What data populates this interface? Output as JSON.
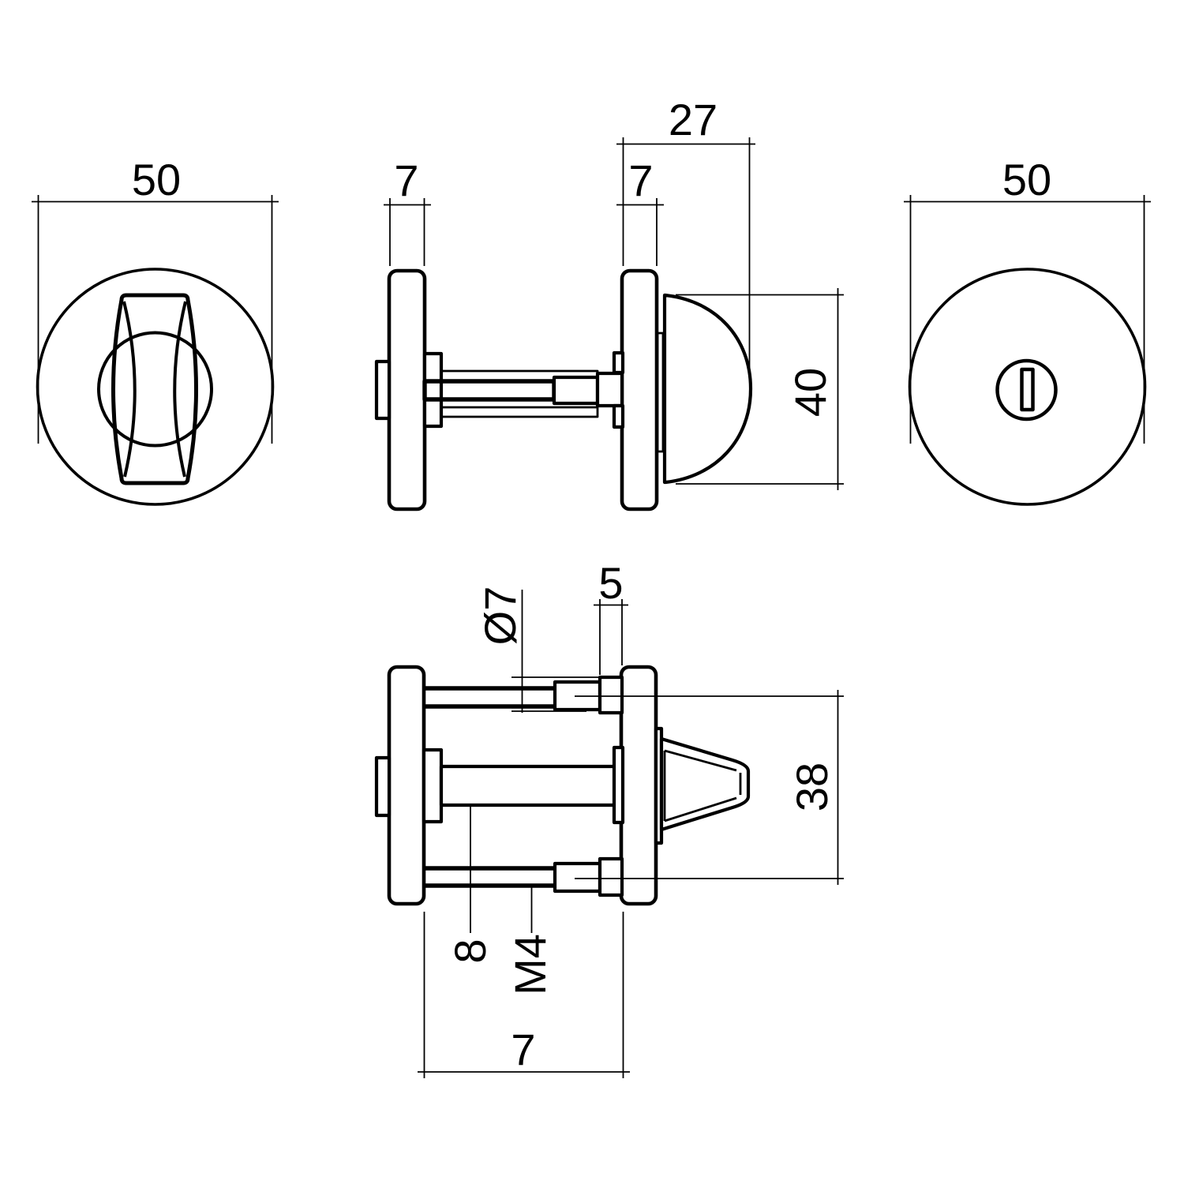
{
  "drawing": {
    "type": "technical-drawing",
    "background": "#ffffff",
    "line_color": "#000000",
    "views": {
      "front_left": {
        "description": "front view thumb turn rosette",
        "dim_diameter": "50"
      },
      "side_assembled": {
        "dim_rose_thickness_left": "7",
        "dim_rose_thickness_right": "7",
        "dim_overall_depth": "27",
        "dim_knob_height": "40"
      },
      "front_right": {
        "description": "front view emergency release rosette",
        "dim_diameter": "50"
      },
      "side_exploded": {
        "dim_boss_diameter": "Ø7",
        "dim_pin_length": "5",
        "dim_screw_spacing": "38",
        "dim_spindle_square": "8",
        "dim_screw_thread": "M4",
        "dim_rose_gap": "7"
      }
    }
  }
}
